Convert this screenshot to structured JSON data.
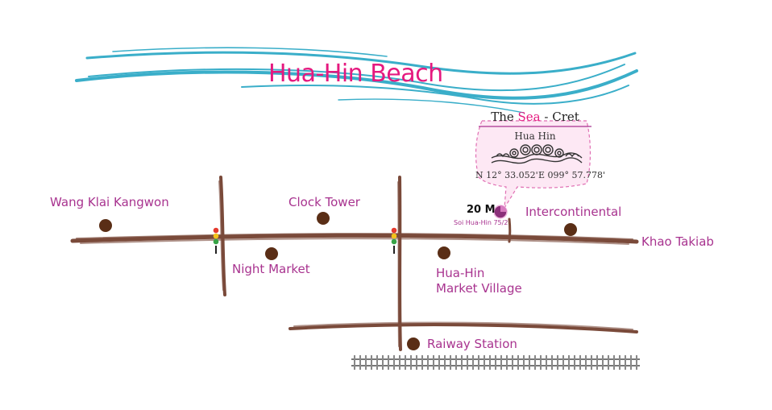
{
  "title": "Hua-Hin Beach",
  "hotel": {
    "name_prefix": "The",
    "name_highlight": "Sea",
    "name_suffix": "- Cret",
    "location": "Hua Hin",
    "lat": "N 12° 33.052'",
    "lon": "E 099° 57.778'",
    "distance": "20 M",
    "soi": "Soi Hua-Hin 75/2"
  },
  "landmarks": {
    "wang_klai": "Wang Klai Kangwon",
    "clock_tower": "Clock Tower",
    "intercontinental": "Intercontinental",
    "khao_takiab": "Khao Takiab",
    "night_market": "Night Market",
    "market_village_line1": "Hua-Hin",
    "market_village_line2": "Market Village",
    "railway_station": "Raiway Station"
  },
  "colors": {
    "road": "#7a4a3a",
    "marker": "#5a2e16",
    "title": "#e5197f",
    "label": "#a8338f",
    "wave": "#3aaec9",
    "bubble_fill": "#fde8f4",
    "bubble_stroke": "#e06fb3"
  },
  "icons": [
    "traffic-light-icon",
    "hotel-pin-icon",
    "sea-wave-logo-icon",
    "railway-track-icon"
  ]
}
